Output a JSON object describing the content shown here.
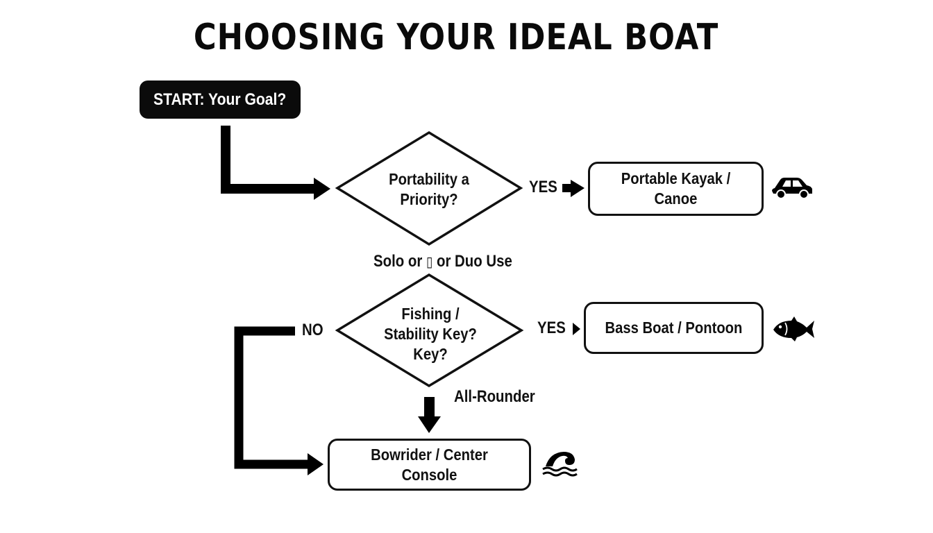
{
  "title": "CHOOSING YOUR IDEAL BOAT",
  "start": {
    "label": "START: Your Goal?"
  },
  "decisions": [
    {
      "id": "portability",
      "line1": "Portability a",
      "line2": "Priority?"
    },
    {
      "id": "fishing",
      "line1": "Fishing /",
      "line2": "Stability Key?",
      "line3": "Key?"
    }
  ],
  "results": [
    {
      "id": "kayak",
      "line1": "Portable Kayak /",
      "line2": "Canoe",
      "icon": "car-icon"
    },
    {
      "id": "bass",
      "line1": "Bass Boat / Pontoon",
      "icon": "fish-icon"
    },
    {
      "id": "bowrider",
      "line1": "Bowrider / Center Console",
      "icon": "wave-icon"
    }
  ],
  "edge_labels": {
    "portability_yes": "YES",
    "portability_no": "Solo or",
    "portability_no_glyph": "▯",
    "portability_no_tail": "or Duo Use",
    "fishing_yes": "YES",
    "fishing_no": "NO",
    "fishing_down": "All-Rounder"
  },
  "colors": {
    "ink": "#111111",
    "background": "#ffffff",
    "start_fill": "#0b0b0b",
    "start_text": "#ffffff"
  }
}
